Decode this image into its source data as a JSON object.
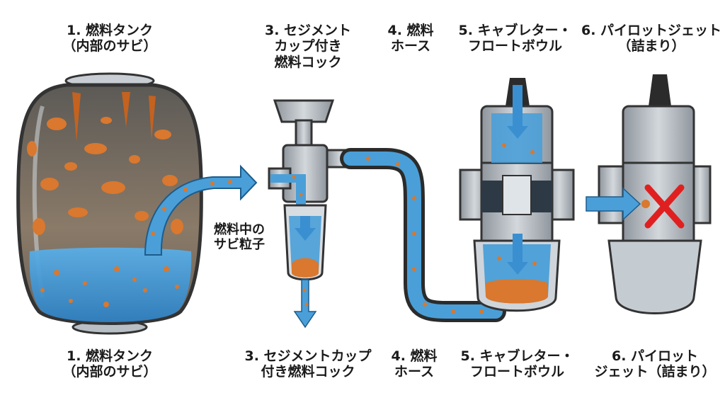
{
  "top_labels": [
    {
      "id": "tank",
      "text": "1. 燃料タンク\n（内部のサビ）"
    },
    {
      "id": "cock",
      "text": "3. セジメント\nカップ付き\n燃料コック"
    },
    {
      "id": "hose",
      "text": "4. 燃料\nホース"
    },
    {
      "id": "bowl",
      "text": "5. キャブレター・\nフロートボウル"
    },
    {
      "id": "jet",
      "text": "6. パイロットジェット\n（詰まり）"
    }
  ],
  "bottom_labels": [
    {
      "id": "tank",
      "text": "1. 燃料タンク\n（内部のサビ）"
    },
    {
      "id": "cock",
      "text": "3. セジメントカップ\n付き燃料コック"
    },
    {
      "id": "hose",
      "text": "4. 燃料\nホース"
    },
    {
      "id": "bowl",
      "text": "5. キャブレター・\nフロートボウル"
    },
    {
      "id": "jet",
      "text": "6. パイロット\nジェット（詰まり）"
    }
  ],
  "callout": {
    "text": "燃料中の\nサビ粒子"
  },
  "colors": {
    "rust": "#d9782e",
    "fuel": "#4a9fd8",
    "metal": "#a9b1b8",
    "dark": "#2b2b2b",
    "blocked": "#e02020"
  }
}
